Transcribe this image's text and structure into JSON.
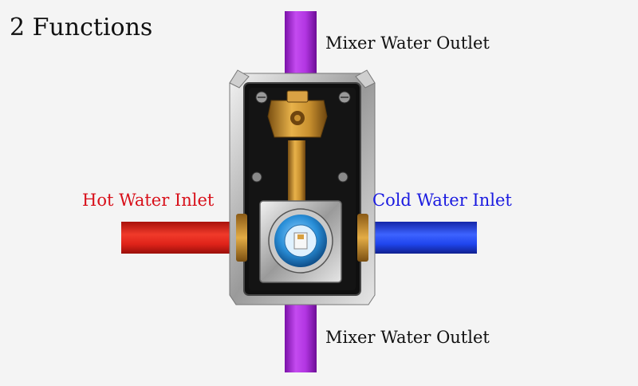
{
  "title": "2 Functions",
  "labels": {
    "outlet_top": "Mixer Water Outlet",
    "outlet_bottom": "Mixer Water Outlet",
    "hot_inlet": "Hot Water Inlet",
    "cold_inlet": "Cold Water Inlet"
  },
  "colors": {
    "background": "#f4f4f4",
    "mixer_pipe": "#a51fd6",
    "hot_pipe": "#e0231a",
    "cold_pipe": "#1d3fe6",
    "hot_label": "#d8101a",
    "cold_label": "#1a1ae0",
    "brass": "#c8902f",
    "valve_body": "#0f0f0f",
    "cartridge": "#2a8fd8"
  },
  "icons": [
    "valve-body-icon",
    "brass-fitting-icon",
    "cartridge-icon",
    "screw-icon"
  ]
}
